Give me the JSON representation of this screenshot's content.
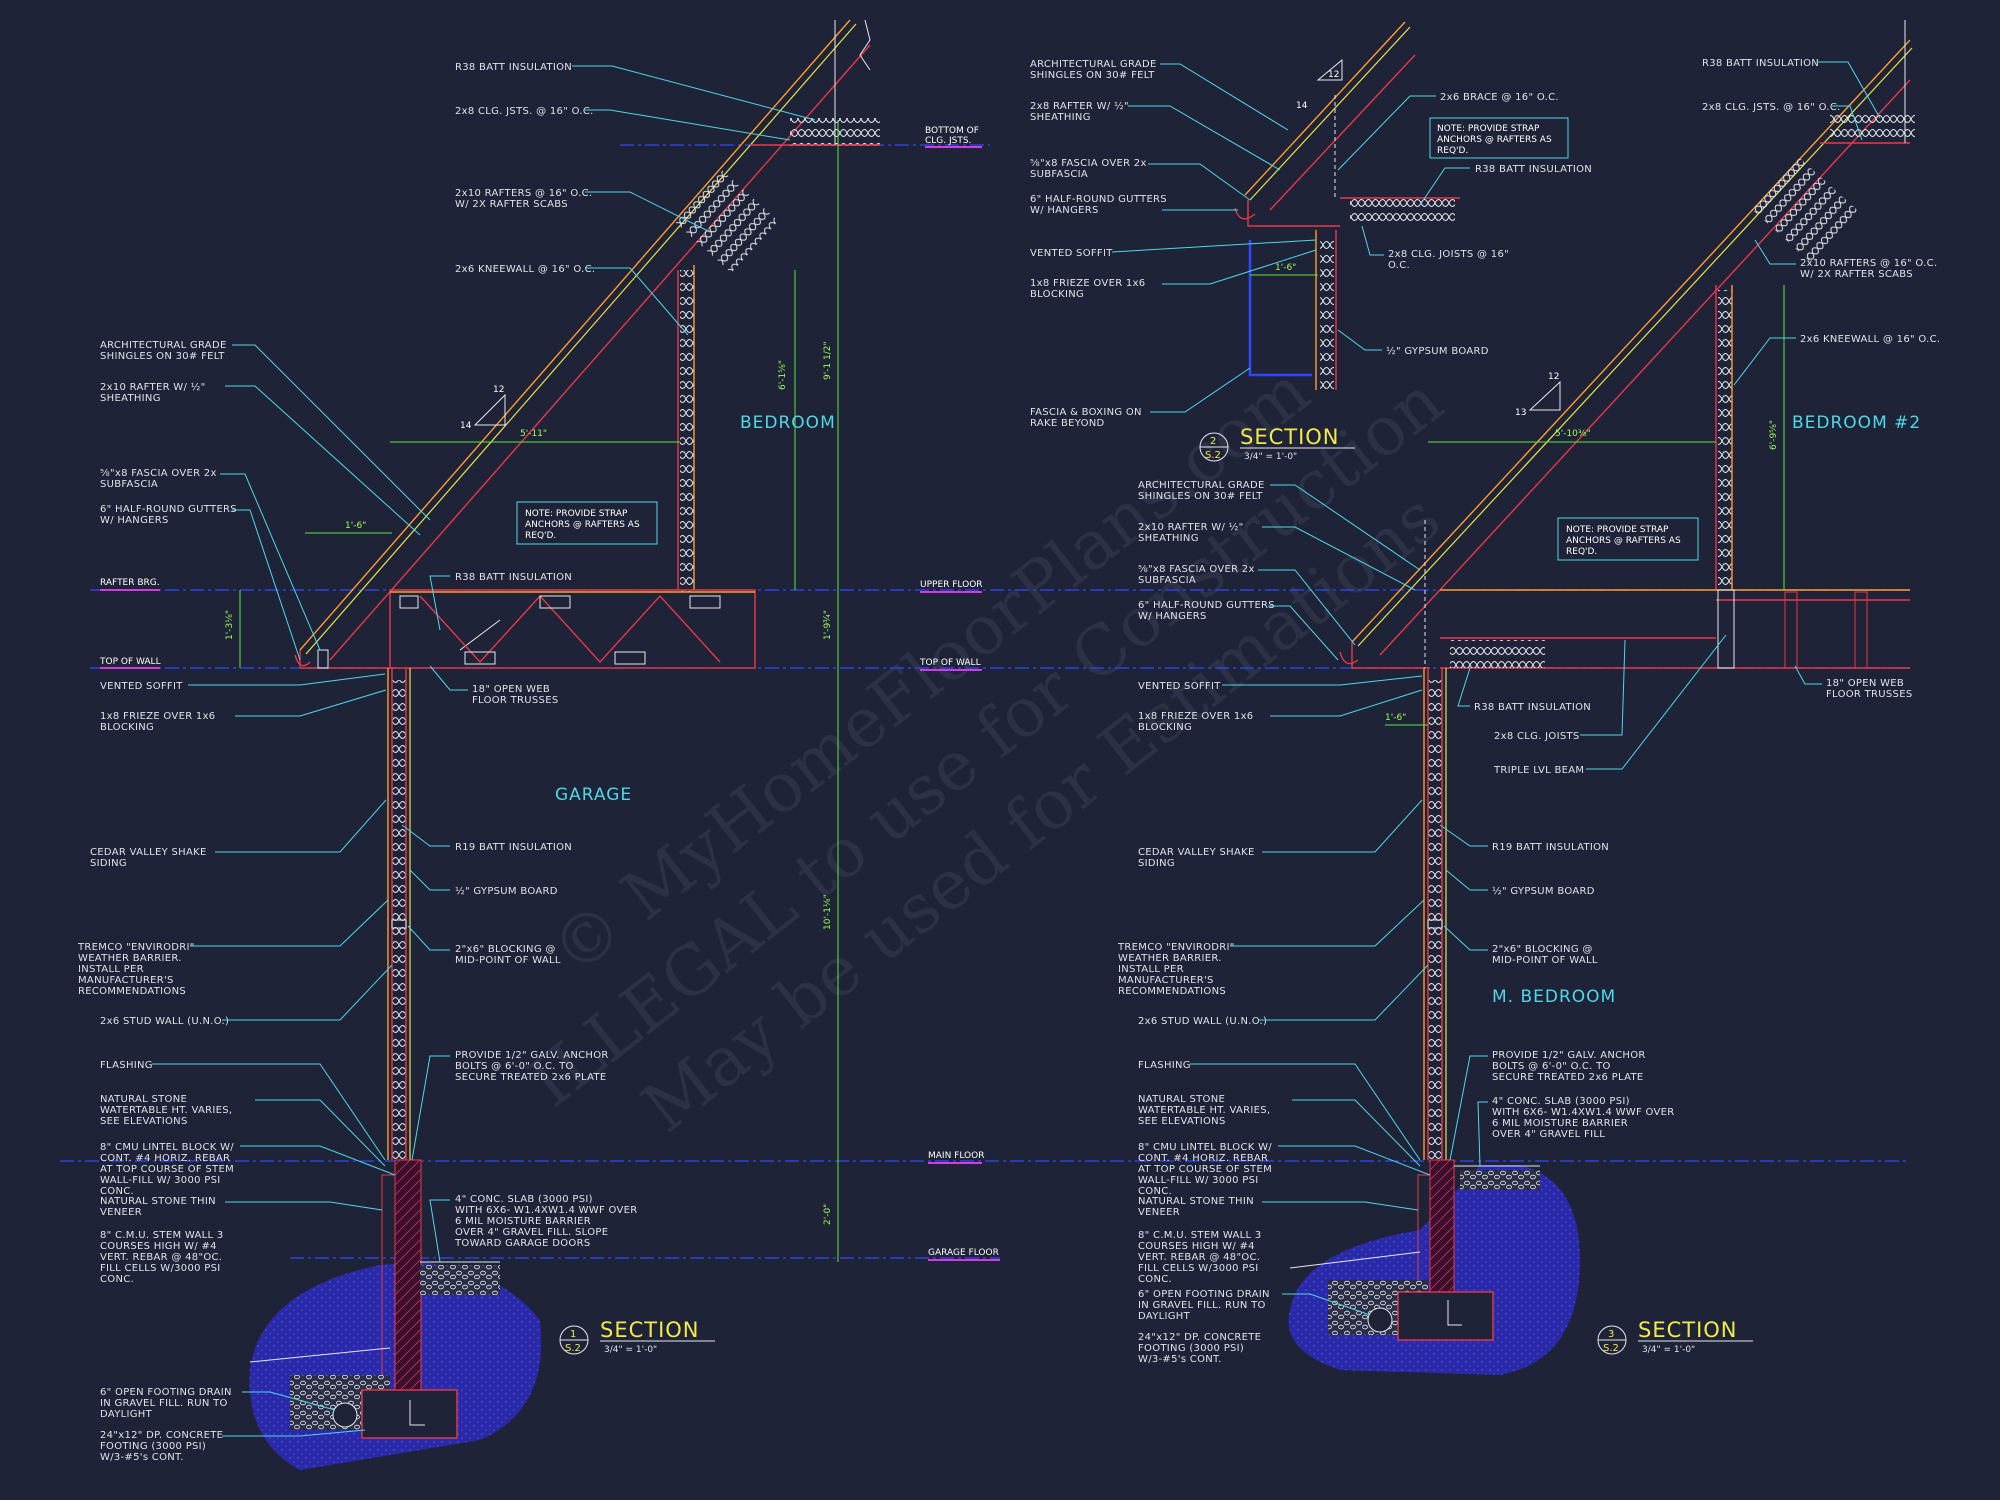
{
  "watermark": {
    "line1": "© MyHomeFloorPlans.com",
    "line2": "ILLEGAL to use for Construction",
    "line3": "May be used for Estimations"
  },
  "section1": {
    "title": "SECTION",
    "number": "1",
    "sheet": "S.2",
    "scale": "3/4\" = 1'-0\"",
    "rooms": {
      "upper": "BEDROOM",
      "lower": "GARAGE"
    },
    "note": [
      "NOTE: PROVIDE STRAP",
      "ANCHORS @ RAFTERS AS",
      "REQ'D."
    ],
    "pitch": {
      "rise": "12",
      "run": "14"
    },
    "dims": {
      "overhang": "1'-6\"",
      "kneewall_run": "5'-11\"",
      "kneewall_ht": "6'-1⅝\"",
      "attic_ht": "9'-1 1/2\"",
      "truss_depth": "1'-9¾\"",
      "wall_ht": "10'-1⅛\"",
      "step": "2'-0\"",
      "eave_drop": "1'-3⅛\""
    },
    "levels": {
      "bottom_clg": [
        "BOTTOM OF",
        "CLG. JSTS."
      ],
      "upper_floor": "UPPER FLOOR",
      "top_of_wall_r": "TOP OF WALL",
      "main_floor": "MAIN FLOOR",
      "garage_floor": "GARAGE FLOOR",
      "rafter_brg": "RAFTER BRG.",
      "top_of_wall_l": "TOP OF WALL"
    },
    "labels_right": {
      "r38_top": "R38 BATT INSULATION",
      "clg_jsts": "2x8 CLG. JSTS. @ 16\" O.C.",
      "rafters": [
        "2x10 RAFTERS @ 16\" O.C.",
        "W/ 2X RAFTER SCABS"
      ],
      "kneewall": "2x6 KNEEWALL @ 16\" O.C.",
      "r38_floor": "R38 BATT INSULATION",
      "trusses": [
        "18\" OPEN WEB",
        "FLOOR TRUSSES"
      ],
      "r19": "R19 BATT INSULATION",
      "gypsum": "½\" GYPSUM BOARD",
      "blocking": [
        "2\"x6\" BLOCKING @",
        "MID-POINT OF WALL"
      ],
      "anchor": [
        "PROVIDE 1/2\" GALV. ANCHOR",
        "BOLTS @ 6'-0\" O.C. TO",
        "SECURE TREATED 2x6 PLATE"
      ],
      "slab": [
        "4\" CONC. SLAB (3000 PSI)",
        "WITH 6X6- W1.4XW1.4 WWF OVER",
        "6 MIL MOISTURE BARRIER",
        "OVER 4\" GRAVEL FILL. SLOPE",
        "TOWARD GARAGE DOORS"
      ]
    },
    "labels_left": {
      "shingles": [
        "ARCHITECTURAL GRADE",
        "SHINGLES ON 30# FELT"
      ],
      "rafter_sheath": [
        "2x10 RAFTER W/ ½\"",
        "SHEATHING"
      ],
      "fascia": [
        "⅝\"x8 FASCIA OVER 2x",
        "SUBFASCIA"
      ],
      "gutters": [
        "6\" HALF-ROUND GUTTERS",
        "W/ HANGERS"
      ],
      "soffit": "VENTED SOFFIT",
      "frieze": [
        "1x8 FRIEZE OVER 1x6",
        "BLOCKING"
      ],
      "siding": [
        "CEDAR VALLEY SHAKE",
        "SIDING"
      ],
      "tremco": [
        "TREMCO \"ENVIRODRI\"",
        "WEATHER BARRIER.",
        "INSTALL PER",
        "MANUFACTURER'S",
        "RECOMMENDATIONS"
      ],
      "stud": "2x6 STUD WALL (U.N.O.)",
      "flashing": "FLASHING",
      "stone_table": [
        "NATURAL STONE",
        "WATERTABLE HT. VARIES,",
        "SEE ELEVATIONS"
      ],
      "cmu_lintel": [
        "8\" CMU LINTEL BLOCK W/",
        "CONT. #4 HORIZ. REBAR",
        "AT TOP COURSE OF STEM",
        "WALL-FILL W/ 3000 PSI",
        "CONC."
      ],
      "stone_veneer": [
        "NATURAL STONE THIN",
        "VENEER"
      ],
      "cmu_stem": [
        "8\" C.M.U. STEM WALL 3",
        "COURSES HIGH W/ #4",
        "VERT. REBAR @ 48\"OC.",
        "FILL CELLS W/3000 PSI",
        "CONC."
      ],
      "drain": [
        "6\" OPEN FOOTING DRAIN",
        "IN GRAVEL FILL. RUN TO",
        "DAYLIGHT"
      ],
      "footing": [
        "24\"x12\" DP. CONCRETE",
        "FOOTING (3000 PSI)",
        "W/3-#5's CONT."
      ]
    }
  },
  "section2": {
    "title": "SECTION",
    "number": "2",
    "sheet": "S.2",
    "scale": "3/4\" = 1'-0\"",
    "note": [
      "NOTE: PROVIDE STRAP",
      "ANCHORS @ RAFTERS AS",
      "REQ'D."
    ],
    "pitch": {
      "rise": "12",
      "run": "14"
    },
    "dims": {
      "overhang": "1'-6\""
    },
    "labels_left": {
      "shingles": [
        "ARCHITECTURAL GRADE",
        "SHINGLES ON 30# FELT"
      ],
      "rafter_sheath": [
        "2x8 RAFTER W/ ½\"",
        "SHEATHING"
      ],
      "fascia": [
        "⅝\"x8 FASCIA OVER 2x",
        "SUBFASCIA"
      ],
      "gutters": [
        "6\" HALF-ROUND GUTTERS",
        "W/ HANGERS"
      ],
      "soffit": "VENTED SOFFIT",
      "frieze": [
        "1x8 FRIEZE OVER 1x6",
        "BLOCKING"
      ],
      "rake": [
        "FASCIA & BOXING ON",
        "RAKE BEYOND"
      ]
    },
    "labels_right": {
      "brace": "2x6 BRACE @ 16\" O.C.",
      "r38": "R38 BATT INSULATION",
      "clg": [
        "2x8 CLG. JOISTS @ 16\"",
        "O.C."
      ],
      "gypsum": "½\" GYPSUM BOARD"
    }
  },
  "section3": {
    "title": "SECTION",
    "number": "3",
    "sheet": "S.2",
    "scale": "3/4\" = 1'-0\"",
    "rooms": {
      "upper": "BEDROOM #2",
      "lower": "M. BEDROOM"
    },
    "note": [
      "NOTE: PROVIDE STRAP",
      "ANCHORS @ RAFTERS AS",
      "REQ'D."
    ],
    "pitch": {
      "rise": "12",
      "run": "13"
    },
    "dims": {
      "overhang": "1'-6\"",
      "kneewall_run": "5'-10⅜\"",
      "kneewall_ht": "6'-9⅝\""
    },
    "labels_right": {
      "r38_top": "R38 BATT INSULATION",
      "clg_jsts": "2x8 CLG. JSTS. @ 16\" O.C.",
      "rafters": [
        "2x10 RAFTERS @ 16\" O.C.",
        "W/ 2X RAFTER SCABS"
      ],
      "kneewall": "2x6 KNEEWALL @ 16\" O.C.",
      "trusses": [
        "18\" OPEN WEB",
        "FLOOR TRUSSES"
      ],
      "r38_floor": "R38 BATT INSULATION",
      "clg_joists": "2x8 CLG. JOISTS",
      "beam": "TRIPLE LVL BEAM",
      "r19": "R19 BATT INSULATION",
      "gypsum": "½\" GYPSUM BOARD",
      "blocking": [
        "2\"x6\" BLOCKING @",
        "MID-POINT OF WALL"
      ],
      "anchor": [
        "PROVIDE 1/2\" GALV. ANCHOR",
        "BOLTS @ 6'-0\" O.C. TO",
        "SECURE TREATED 2x6 PLATE"
      ],
      "slab": [
        "4\" CONC. SLAB (3000 PSI)",
        "WITH 6X6- W1.4XW1.4 WWF OVER",
        "6 MIL MOISTURE BARRIER",
        "OVER 4\" GRAVEL FILL"
      ]
    },
    "labels_left": {
      "shingles": [
        "ARCHITECTURAL GRADE",
        "SHINGLES ON 30# FELT"
      ],
      "rafter_sheath": [
        "2x10 RAFTER W/ ½\"",
        "SHEATHING"
      ],
      "fascia": [
        "⅝\"x8 FASCIA OVER 2x",
        "SUBFASCIA"
      ],
      "gutters": [
        "6\" HALF-ROUND GUTTERS",
        "W/ HANGERS"
      ],
      "soffit": "VENTED SOFFIT",
      "frieze": [
        "1x8 FRIEZE OVER 1x6",
        "BLOCKING"
      ],
      "siding": [
        "CEDAR VALLEY SHAKE",
        "SIDING"
      ],
      "tremco": [
        "TREMCO \"ENVIRODRI\"",
        "WEATHER BARRIER.",
        "INSTALL PER",
        "MANUFACTURER'S",
        "RECOMMENDATIONS"
      ],
      "stud": "2x6 STUD WALL (U.N.O.)",
      "flashing": "FLASHING",
      "stone_table": [
        "NATURAL STONE",
        "WATERTABLE HT. VARIES,",
        "SEE ELEVATIONS"
      ],
      "cmu_lintel": [
        "8\" CMU LINTEL BLOCK W/",
        "CONT. #4 HORIZ. REBAR",
        "AT TOP COURSE OF STEM",
        "WALL-FILL W/ 3000 PSI",
        "CONC."
      ],
      "stone_veneer": [
        "NATURAL STONE THIN",
        "VENEER"
      ],
      "cmu_stem": [
        "8\" C.M.U. STEM WALL 3",
        "COURSES HIGH W/ #4",
        "VERT. REBAR @ 48\"OC.",
        "FILL CELLS W/3000 PSI",
        "CONC."
      ],
      "drain": [
        "6\" OPEN FOOTING DRAIN",
        "IN GRAVEL FILL. RUN TO",
        "DAYLIGHT"
      ],
      "footing": [
        "24\"x12\" DP. CONCRETE",
        "FOOTING (3000 PSI)",
        "W/3-#5's CONT."
      ]
    }
  },
  "colors": {
    "background": "#1e2337",
    "leader": "#4fd8e6",
    "dimension": "#58e83a",
    "framing": "#e8384a",
    "finish": "#ff9d2e",
    "title": "#f2e94a",
    "level_line": "#2f47ff",
    "level_tag": "#d63ae0",
    "soil": "#2a2aa8"
  }
}
